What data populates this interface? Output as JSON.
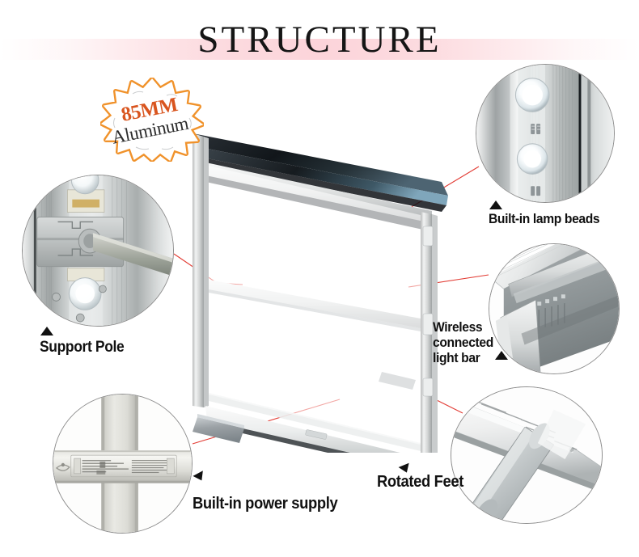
{
  "page": {
    "title": "STRUCTURE",
    "background_color": "#ffffff",
    "title_band_color": "#fcd4da",
    "leader_line_color": "#e23b33",
    "circle_border_color": "#8d8d8d"
  },
  "badge": {
    "line1": "85MM",
    "line2": "Aluminum",
    "line1_color": "#d9551f",
    "line2_color": "#2c2c2c",
    "burst_color": "#f0922b",
    "fill_color": "#ffffff"
  },
  "callouts": [
    {
      "id": "built-in-lamp-beads",
      "label": "Built-in lamp beads",
      "marker": "triangle-up",
      "photo": "aluminum-profile-with-led-beads"
    },
    {
      "id": "support-pole",
      "label": "Support Pole",
      "marker": "triangle-up",
      "photo": "aluminum-frame-with-support-rod"
    },
    {
      "id": "wireless-connected-light-bar",
      "label": "Wireless\nconnected\nlight bar",
      "marker": "triangle-up",
      "photo": "frame-corner-light-bar-connector"
    },
    {
      "id": "built-in-power-supply",
      "label": "Built-in power supply",
      "marker": "triangle-down",
      "photo": "power-supply-driver-inside-rail"
    },
    {
      "id": "rotated-feet",
      "label": "Rotated Feet",
      "marker": "triangle-down",
      "photo": "rotating-base-foot"
    }
  ],
  "product": {
    "name": "freestanding-led-light-box-frame",
    "top_cap_color": "#1d2226",
    "frame_color": "#d9dadb",
    "foot_color": "#9aa0a3"
  }
}
